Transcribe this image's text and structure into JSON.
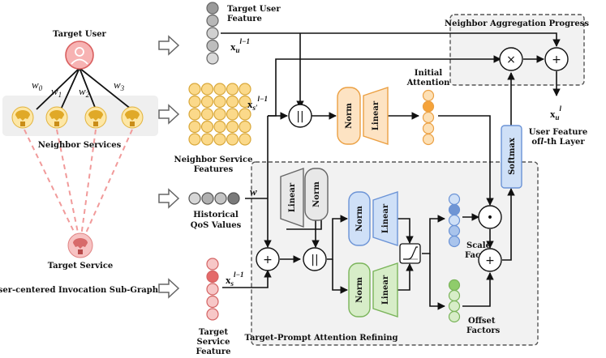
{
  "left_panel": {
    "target_user_label": "Target User",
    "weights": [
      {
        "base": "w",
        "sub": "0"
      },
      {
        "base": "w",
        "sub": "1"
      },
      {
        "base": "w",
        "sub": "2"
      },
      {
        "base": "w",
        "sub": "3"
      }
    ],
    "neighbor_services_label": "Neighbor Services",
    "target_service_label": "Target Service",
    "subgraph_label": "User-centered Invocation Sub-Graph"
  },
  "inputs": {
    "target_user_feature": [
      "Target User",
      "Feature"
    ],
    "neighbor_service_features": [
      "Neighbor Service",
      "Features"
    ],
    "historical_qos": [
      "Historical",
      "QoS Values"
    ],
    "target_service_feature": [
      "Target",
      "Service",
      "Feature"
    ]
  },
  "math": {
    "xu_prev": {
      "base": "x",
      "sub": "u",
      "sup": "l−1"
    },
    "xs_neighbor": {
      "base": "x",
      "sub": "s′",
      "sup": "l−1"
    },
    "xs_target": {
      "base": "x",
      "sub": "s",
      "sup": "l−1"
    },
    "w": "w",
    "xu_out": {
      "base": "x",
      "sub": "u",
      "sup": "l"
    }
  },
  "blocks": {
    "norm": "Norm",
    "linear": "Linear",
    "softmax": "Softmax"
  },
  "labels": {
    "initial_attention": [
      "Initial",
      "Attention"
    ],
    "scale_factors": [
      "Scale",
      "Factors"
    ],
    "offset_factors": [
      "Offset",
      "Factors"
    ],
    "user_feature_output": [
      "User Feature"
    ],
    "user_feature_layer_prefix": "of",
    "user_feature_layer_var": "l",
    "user_feature_layer_suffix": "-th Layer",
    "neighbor_aggregation_progress": "Neighbor Aggregation Progress",
    "target_prompt_refining": "Target-Prompt Attention Refining"
  },
  "operators": {
    "concat": "||",
    "add": "+",
    "multiply": "×",
    "hadamard": "•"
  },
  "colors": {
    "user_node": "#f08c8c",
    "service_yellow": "#f5c64a",
    "service_red": "#f2a3a3",
    "gray_vector": "#a6a6a6",
    "dark_gray_vector": "#7a7a7a",
    "orange_block": "#fde3c3",
    "orange_stroke": "#eba043",
    "blue_block": "#cfe0f7",
    "blue_stroke": "#6b93d6",
    "green_block": "#d7edc8",
    "green_stroke": "#7ab45a",
    "gray_block": "#e8e8e8"
  }
}
